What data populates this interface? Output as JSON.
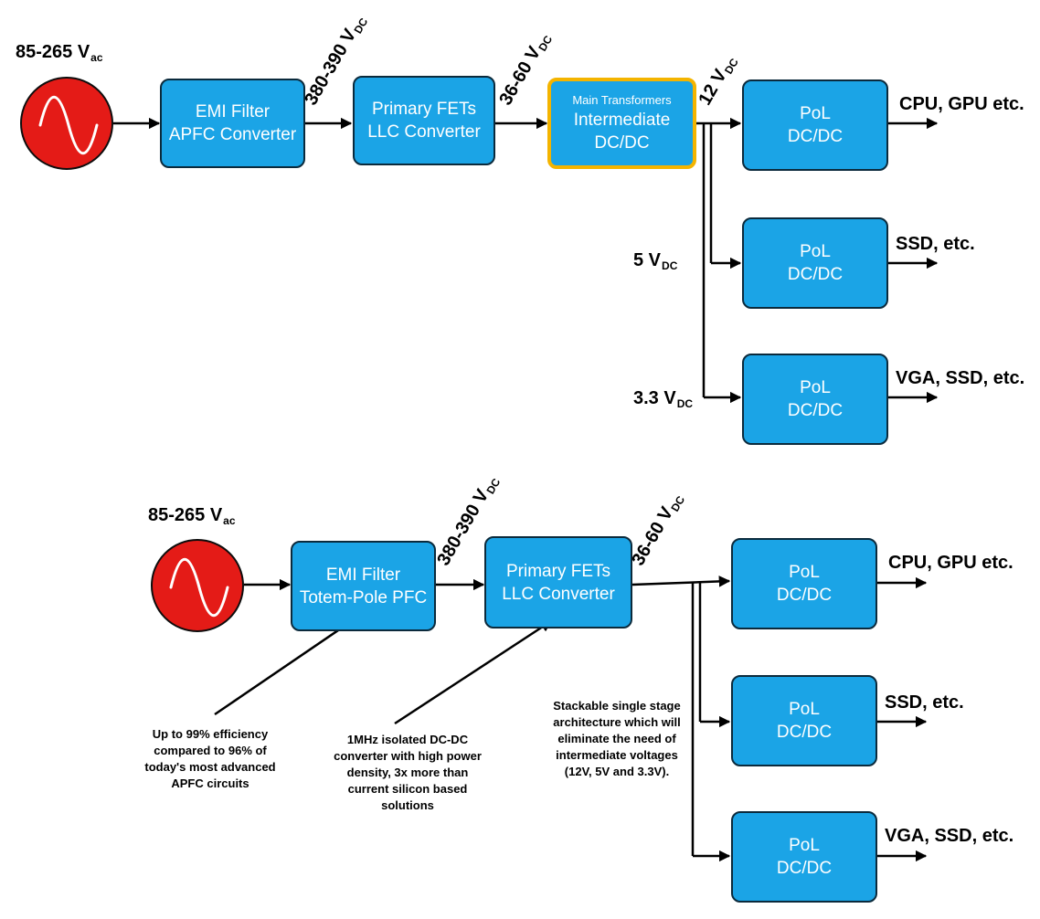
{
  "colors": {
    "box_fill": "#1ba4e6",
    "highlight_border": "#f4b400",
    "source_fill": "#e41b17"
  },
  "top": {
    "input_v": "85-265 V",
    "input_v_sub": "ac",
    "v1": "380-390 V",
    "v2": "36-60 V",
    "v3": "12 V",
    "v4": "5 V",
    "v5": "3.3 V",
    "dc_sub": "DC",
    "emi": {
      "line1": "EMI Filter",
      "line2": "APFC  Converter"
    },
    "fets": {
      "line1": "Primary FETs",
      "line2": "LLC Converter"
    },
    "transformer": {
      "line1": "Main Transformers",
      "line2": "Intermediate",
      "line3": "DC/DC"
    },
    "pol": {
      "line1": "PoL",
      "line2": "DC/DC"
    },
    "out1": "CPU, GPU etc.",
    "out2": "SSD, etc.",
    "out3": "VGA, SSD, etc."
  },
  "bottom": {
    "input_v": "85-265 V",
    "input_v_sub": "ac",
    "v1": "380-390 V",
    "v2": "36-60 V",
    "dc_sub": "DC",
    "emi": {
      "line1": "EMI Filter",
      "line2": "Totem-Pole PFC"
    },
    "fets": {
      "line1": "Primary FETs",
      "line2": "LLC Converter"
    },
    "pol": {
      "line1": "PoL",
      "line2": "DC/DC"
    },
    "out1": "CPU, GPU etc.",
    "out2": "SSD, etc.",
    "out3": "VGA, SSD, etc.",
    "note_pfc": "Up to 99% efficiency compared to 96% of today's most advanced APFC circuits",
    "note_llc": "1MHz isolated DC-DC converter with high power density, 3x more than current silicon based solutions",
    "note_stack": "Stackable single stage architecture which will eliminate the need of intermediate voltages (12V, 5V and 3.3V)."
  }
}
